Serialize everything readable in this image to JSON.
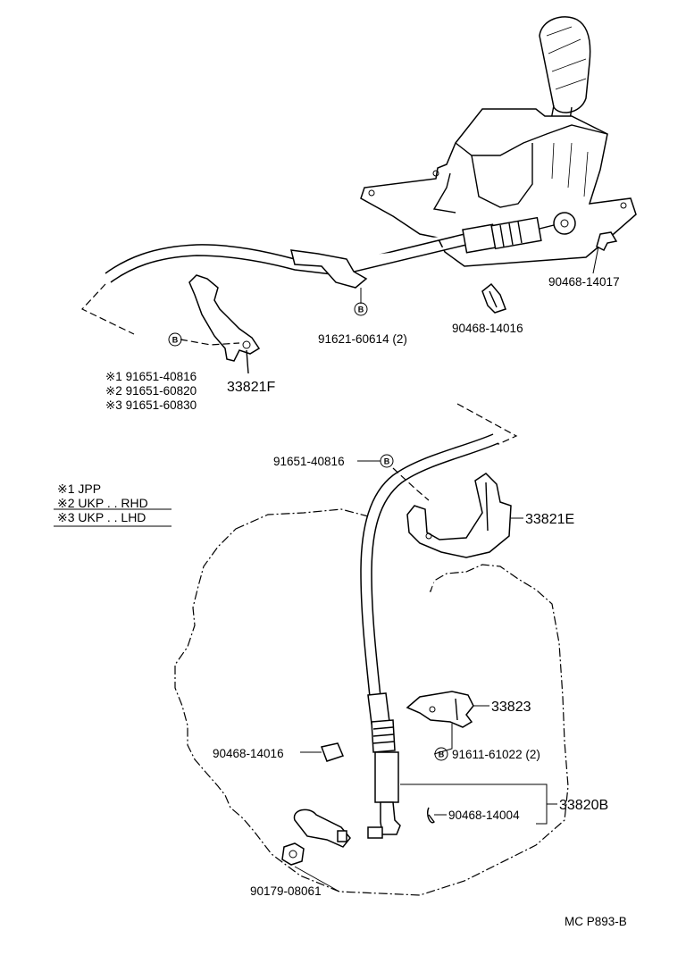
{
  "diagram": {
    "code": "MC P893-B",
    "callouts": {
      "p90468_14017": "90468-14017",
      "p90468_14016_top": "90468-14016",
      "p91621_60614": "91621-60614 (2)",
      "p33821F": "33821F",
      "v1_label": "※1 91651-40816",
      "v2_label": "※2 91651-60820",
      "v3_label": "※3 91651-60830",
      "p91651_40816": "91651-40816",
      "p33821E": "33821E",
      "p33823": "33823",
      "p90468_14016_bot": "90468-14016",
      "p91611_61022": "91611-61022 (2)",
      "p33820B": "33820B",
      "p90468_14004": "90468-14004",
      "p90179_08061": "90179-08061"
    },
    "bolt_symbol": "B",
    "legend": [
      {
        "mark": "※1",
        "text": "JPP"
      },
      {
        "mark": "※2",
        "text": "UKP . . RHD"
      },
      {
        "mark": "※3",
        "text": "UKP . . LHD"
      }
    ]
  }
}
